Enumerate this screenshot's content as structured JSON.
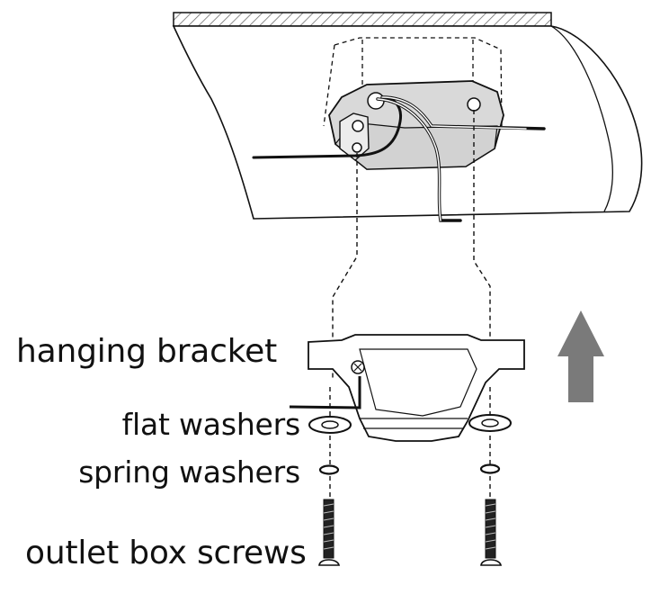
{
  "labels": {
    "hanging_bracket": "hanging bracket",
    "flat_washers": "flat washers",
    "spring_washers": "spring washers",
    "outlet_box_screws": "outlet box screws"
  },
  "icons": {
    "direction": "up-arrow-icon"
  },
  "colors": {
    "line": "#111111",
    "arrow": "#7a7a7a",
    "hatch": "#666666",
    "background": "#ffffff"
  }
}
